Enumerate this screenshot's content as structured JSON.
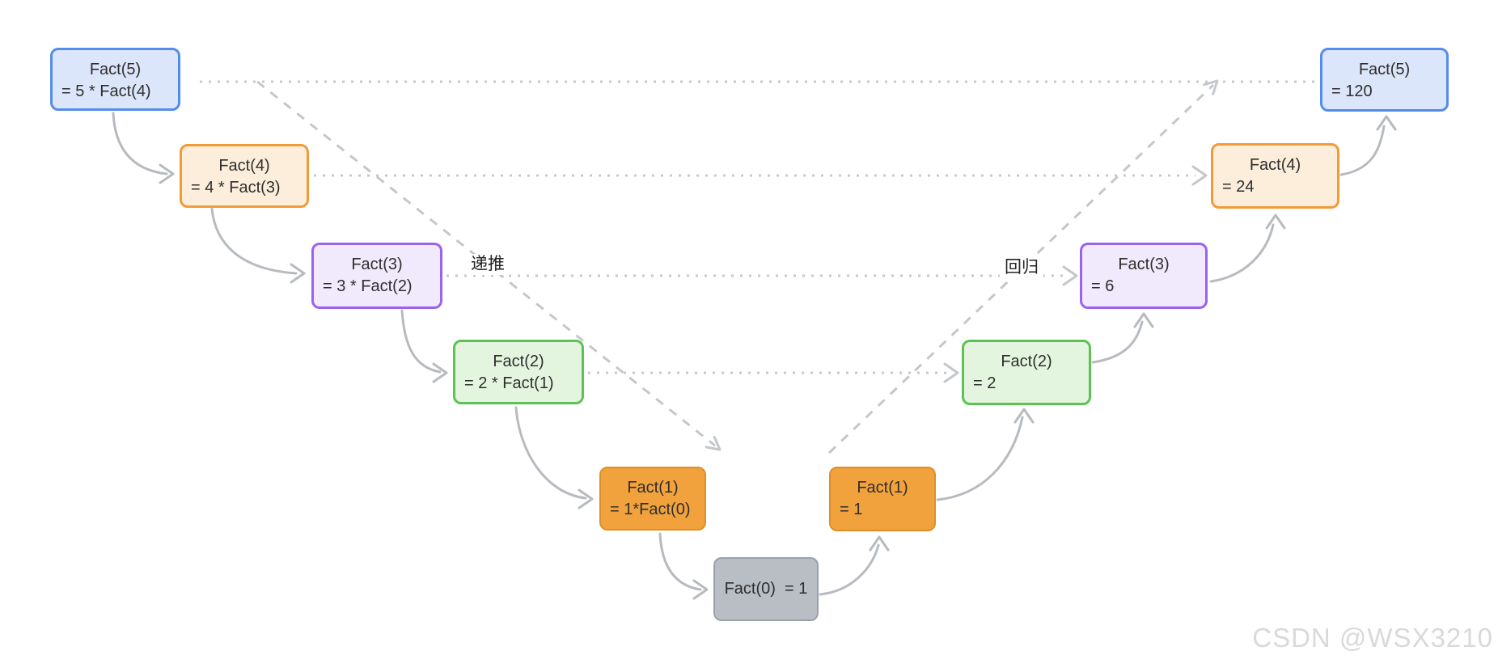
{
  "labels": {
    "descend": "递推",
    "return": "回归"
  },
  "watermark": "CSDN @WSX3210",
  "nodes": [
    {
      "id": "left-fact5-call",
      "line1": "Fact(5)",
      "line2": "= 5 * Fact(4)"
    },
    {
      "id": "left-fact4-call",
      "line1": "Fact(4)",
      "line2": "= 4 * Fact(3)"
    },
    {
      "id": "left-fact3-call",
      "line1": "Fact(3)",
      "line2": "= 3 * Fact(2)"
    },
    {
      "id": "left-fact2-call",
      "line1": "Fact(2)",
      "line2": "= 2 * Fact(1)"
    },
    {
      "id": "left-fact1-call",
      "line1": "Fact(1)",
      "line2": "= 1*Fact(0)"
    },
    {
      "id": "base-fact0",
      "line1": "Fact(0)  = 1"
    },
    {
      "id": "right-fact1-return",
      "line1": "Fact(1)",
      "line2": "= 1"
    },
    {
      "id": "right-fact2-return",
      "line1": "Fact(2)",
      "line2": "= 2"
    },
    {
      "id": "right-fact3-return",
      "line1": "Fact(3)",
      "line2": "= 6"
    },
    {
      "id": "right-fact4-return",
      "line1": "Fact(4)",
      "line2": "= 24"
    },
    {
      "id": "right-fact5-return",
      "line1": "Fact(5)",
      "line2": "= 120"
    }
  ],
  "colors": {
    "blue_border": "#568bee",
    "blue_fill": "#dce6fa",
    "orange_border": "#f19b37",
    "orange_fill": "#fdeedc",
    "purple_border": "#9a63ec",
    "purple_fill": "#f1e9fc",
    "green_border": "#5cc254",
    "green_fill": "#e3f5de",
    "orange_solid_fill": "#f2a23c",
    "gray_fill": "#b9bdc4",
    "arrow_gray": "#b7bbc0",
    "dotted_gray": "#c7c9cd",
    "text": "#2e2e2e",
    "watermark_gray": "#d9d9d9"
  }
}
